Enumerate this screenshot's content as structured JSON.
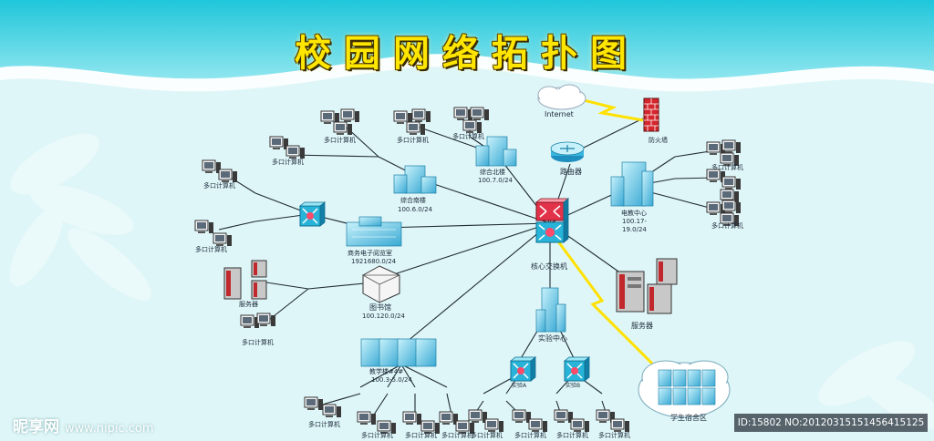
{
  "title": "校园网络拓扑图",
  "nodes": {
    "internet": "Internet",
    "firewall": "防火墙",
    "router": "路由器",
    "core_switch": "核心交换机",
    "north_building": {
      "name": "综合北楼",
      "subnet": "100.7.0/24"
    },
    "south_building": {
      "name": "综合南楼",
      "subnet": "100.6.0/24"
    },
    "reading_room": {
      "name": "商务电子阅览室",
      "subnet": "1921680.0/24"
    },
    "library": {
      "name": "图书馆",
      "subnet": "100.120.0/24"
    },
    "teaching_building": {
      "name": "教学楼#4#",
      "subnet": "100.3-5.0/24"
    },
    "lab_center": "实验中心",
    "lab_sub_a": "实验A",
    "lab_sub_b": "实验B",
    "edu_center": {
      "name": "电教中心",
      "subnet_line1": "100.17-",
      "subnet_line2": "19.0/24"
    },
    "servers": "服务器",
    "dormitory": "学生宿舍区",
    "server_left": "服务器"
  },
  "pc_label": "多口计算机",
  "watermark": {
    "brand": "昵享网",
    "url": "www.nipic.com",
    "id_text": "ID:15802 NO:20120315151456415125"
  }
}
